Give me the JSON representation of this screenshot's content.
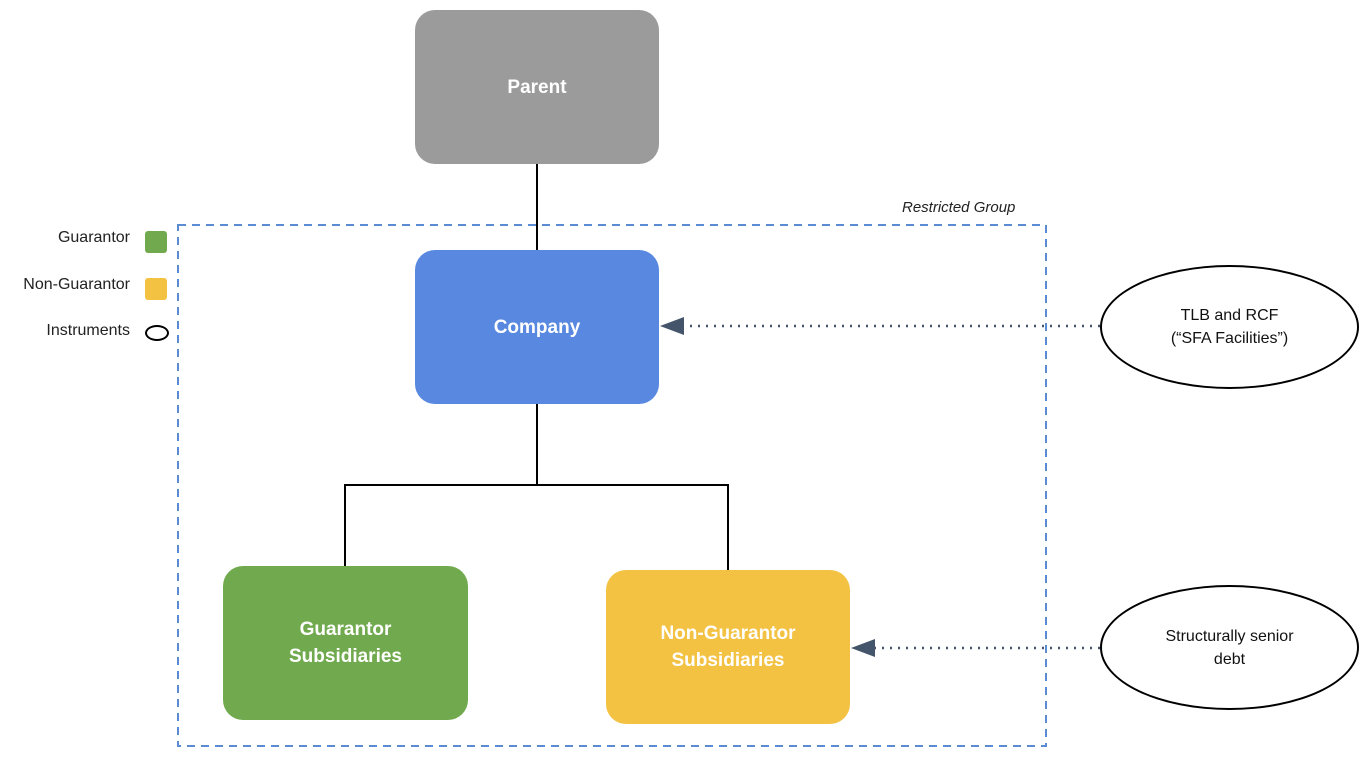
{
  "nodes": {
    "parent": {
      "label": "Parent",
      "color": "#9B9B9B"
    },
    "company": {
      "label": "Company",
      "color": "#5888E0"
    },
    "guarantor_subs": {
      "label": "Guarantor\nSubsidiaries",
      "color": "#71AA4E"
    },
    "non_guarantor_subs": {
      "label": "Non-Guarantor\nSubsidiaries",
      "color": "#F3C243"
    }
  },
  "group": {
    "label": "Restricted Group",
    "border_color": "#5B8BD3"
  },
  "instruments": {
    "facilities": {
      "label": "TLB and RCF\n(“SFA Facilities”)"
    },
    "senior_debt": {
      "label": "Structurally senior\ndebt"
    }
  },
  "legend": {
    "guarantor": {
      "label": "Guarantor",
      "color": "#71AA4E"
    },
    "non_guarantor": {
      "label": "Non-Guarantor",
      "color": "#F3C243"
    },
    "instruments": {
      "label": "Instruments"
    }
  },
  "arrow_color": "#44546A"
}
